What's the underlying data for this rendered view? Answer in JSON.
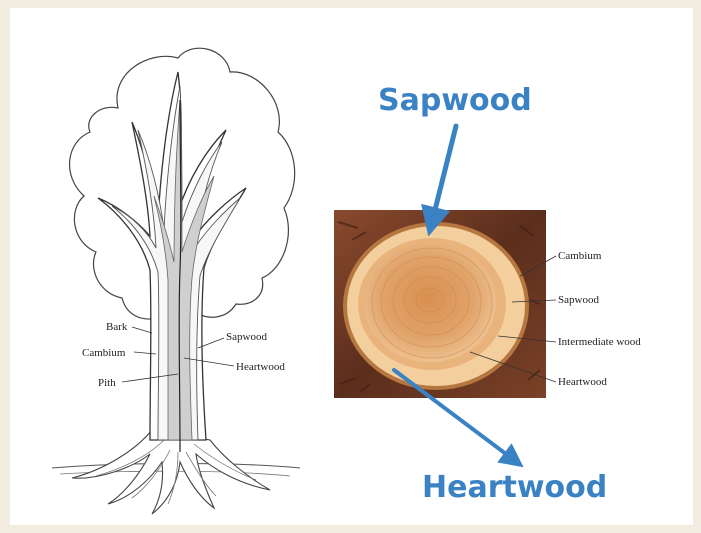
{
  "tree_labels": {
    "bark": "Bark",
    "cambium": "Cambium",
    "pith": "Pith",
    "sapwood": "Sapwood",
    "heartwood": "Heartwood"
  },
  "log_labels": {
    "cambium": "Cambium",
    "sapwood": "Sapwood",
    "intermediate": "Intermediate wood",
    "heartwood": "Heartwood"
  },
  "callouts": {
    "sapwood": "Sapwood",
    "heartwood": "Heartwood"
  },
  "colors": {
    "callout_blue": "#3b82c4",
    "heartwood_fill": "#cfcfcf",
    "sapwood_ring": "#f3cf9e",
    "heartwood_core": "#dd9e63",
    "bark_edge": "#6e3c25"
  }
}
